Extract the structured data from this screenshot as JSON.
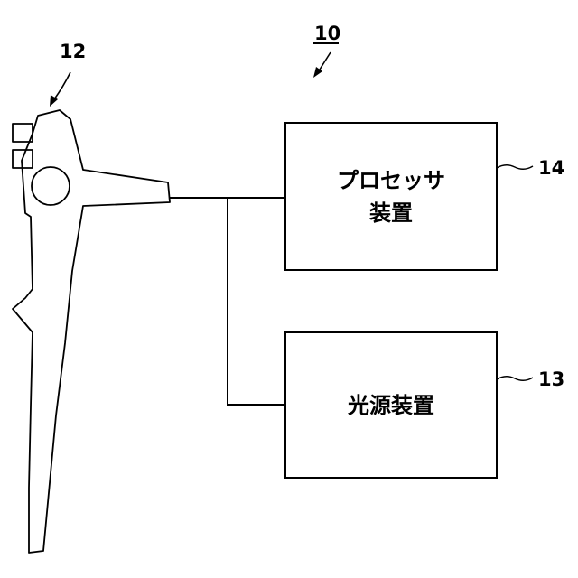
{
  "figure": {
    "system_ref": "10",
    "endoscope_ref": "12",
    "processor_ref": "14",
    "light_source_ref": "13"
  },
  "processor_box": {
    "line1": "プロセッサ",
    "line2": "装置"
  },
  "light_source_box": {
    "label": "光源装置"
  },
  "colors": {
    "stroke": "#000000",
    "background": "#ffffff"
  }
}
